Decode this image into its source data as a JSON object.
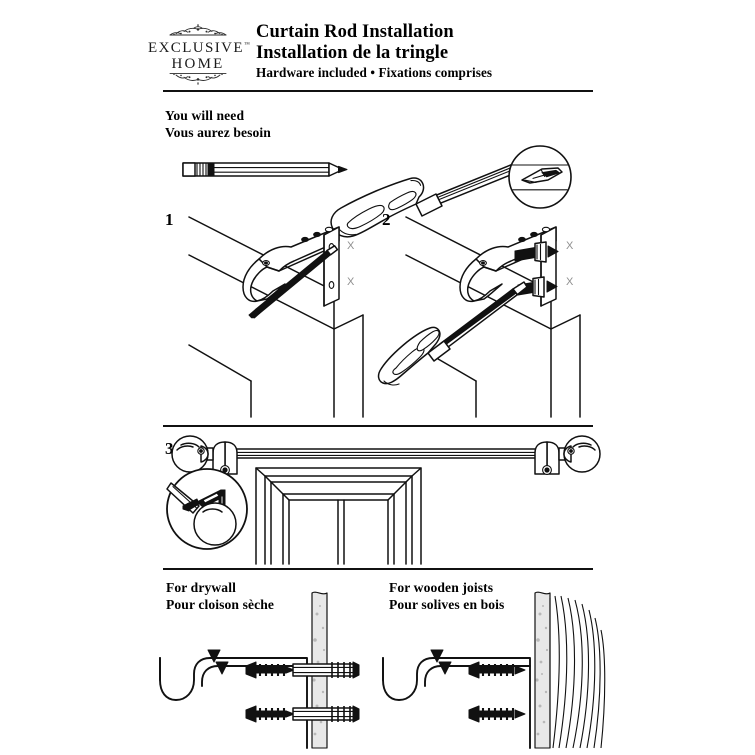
{
  "document": {
    "kind": "installation-instruction-sheet",
    "background_color": "#ffffff",
    "ink_color": "#111111",
    "accent_mark_color": "#8f8f8f"
  },
  "header": {
    "brand": {
      "line1": "EXCLUSIVE",
      "line2": "HOME",
      "trademark": "™",
      "ornament_top": "decorative-flourish",
      "ornament_bottom": "decorative-flourish"
    },
    "title_en": "Curtain Rod Installation",
    "title_fr": "Installation de la tringle",
    "subtitle": "Hardware included • Fixations comprises"
  },
  "sections": {
    "tools": {
      "label_en": "You will need",
      "label_fr": "Vous aurez besoin",
      "items": [
        {
          "name": "pencil",
          "icon": "pencil-icon"
        },
        {
          "name": "phillips-screwdriver",
          "icon": "screwdriver-icon"
        },
        {
          "name": "screwdriver-tip-detail",
          "icon": "magnifier-detail-icon"
        }
      ]
    },
    "step1": {
      "number": "1",
      "illustration": "bracket-held-to-wall-corner-marking-screw-holes-with-pencil",
      "marks": [
        "X",
        "X"
      ]
    },
    "step2": {
      "number": "2",
      "illustration": "driving-screws-into-marked-holes-with-screwdriver",
      "marks": [
        "X",
        "X"
      ]
    },
    "step3": {
      "number": "3",
      "illustration": "assembled-rod-with-ball-finials-mounted-above-window",
      "detail": "finial-attachment-detail-circle"
    },
    "drywall": {
      "label_en": "For drywall",
      "label_fr": "Pour cloison sèche",
      "illustration": "bracket-screws-with-wall-anchors-through-drywall",
      "fastener_count": 2,
      "uses_anchors": true
    },
    "joists": {
      "label_en": "For wooden joists",
      "label_fr": "Pour solives en bois",
      "illustration": "bracket-screws-driven-directly-into-wood-joist",
      "fastener_count": 2,
      "uses_anchors": false
    }
  }
}
